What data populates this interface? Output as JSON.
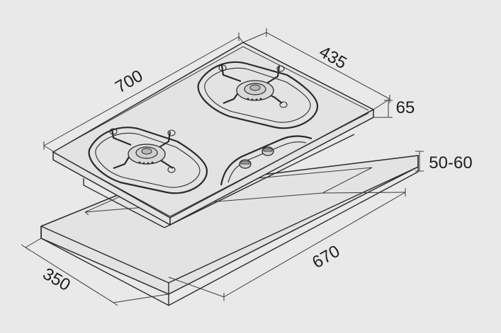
{
  "dimensions": {
    "width": "700",
    "depth": "435",
    "height": "65",
    "counter": "50-60",
    "cutout_width": "670",
    "cutout_depth": "350"
  },
  "colors": {
    "background": "#e9e9e9",
    "line": "#2a2a2a",
    "surface": "#e3e3e3"
  }
}
